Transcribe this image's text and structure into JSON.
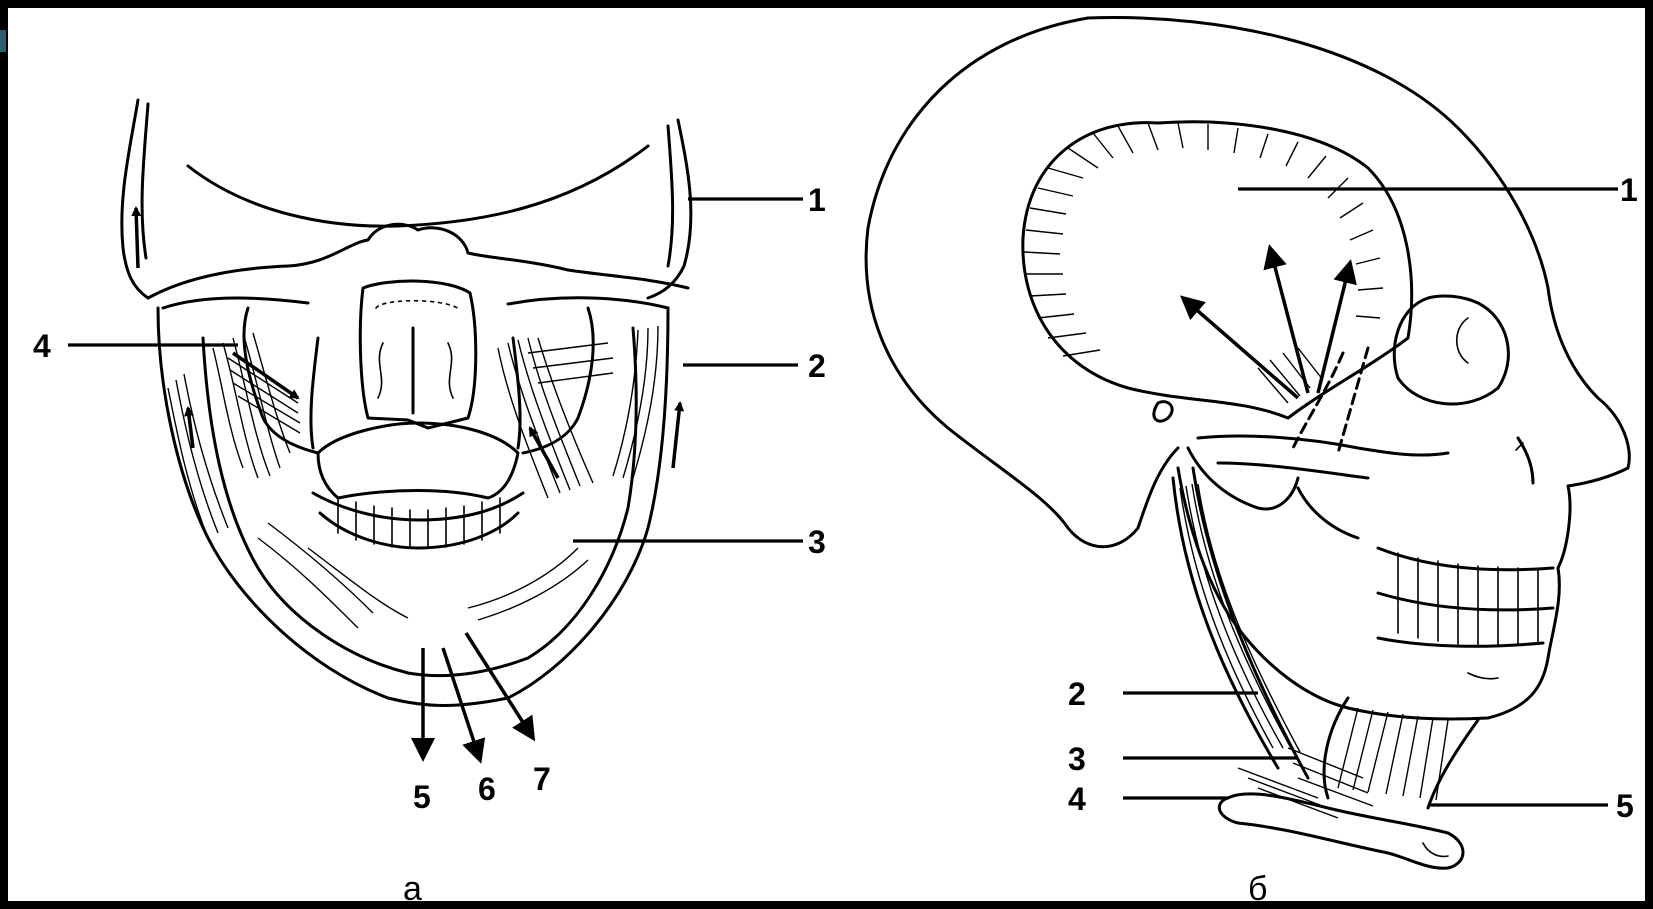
{
  "figures": [
    {
      "id": "front",
      "caption": "а",
      "labels": [
        "1",
        "2",
        "3",
        "4",
        "5",
        "6",
        "7"
      ]
    },
    {
      "id": "side",
      "caption": "б",
      "labels": [
        "1",
        "2",
        "3",
        "4",
        "5"
      ]
    }
  ]
}
